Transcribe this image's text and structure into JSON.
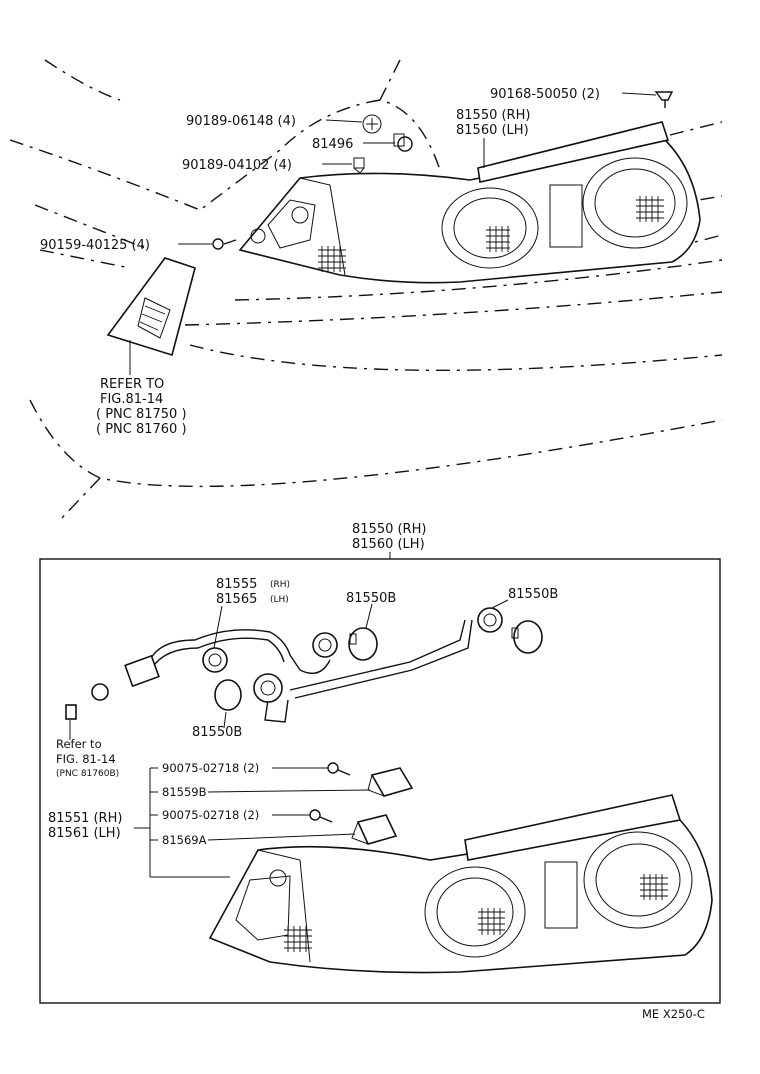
{
  "labels": {
    "screw_top": "90168-50050 (2)",
    "lamp_assy_rh": "81550 (RH)",
    "lamp_assy_lh": "81560 (LH)",
    "clip_06148": "90189-06148 (4)",
    "part_81496": "81496",
    "clip_04102": "90189-04102 (4)",
    "nut_40125": "90159-40125 (4)",
    "refer_to": "REFER TO",
    "refer_fig": "FIG.81-14",
    "refer_pnc_1": "( PNC 81750 )",
    "refer_pnc_2": "( PNC 81760 )",
    "box_assy_rh": "81550 (RH)",
    "box_assy_lh": "81560 (LH)",
    "socket_code_rh": "81555",
    "socket_side_rh": "(RH)",
    "socket_code_lh": "81565",
    "socket_side_lh": "(LH)",
    "bulb_a": "81550B",
    "bulb_b": "81550B",
    "bulb_c": "81550B",
    "refer2_line1": "Refer to",
    "refer2_line2": "FIG. 81-14",
    "refer2_line3": "(PNC 81760B)",
    "screw_a": "90075-02718 (2)",
    "bracket_a": "81559B",
    "screw_b": "90075-02718 (2)",
    "bracket_b": "81569A",
    "lens_rh": "81551 (RH)",
    "lens_lh": "81561 (LH)",
    "footer_code": "ME  X250-C"
  }
}
